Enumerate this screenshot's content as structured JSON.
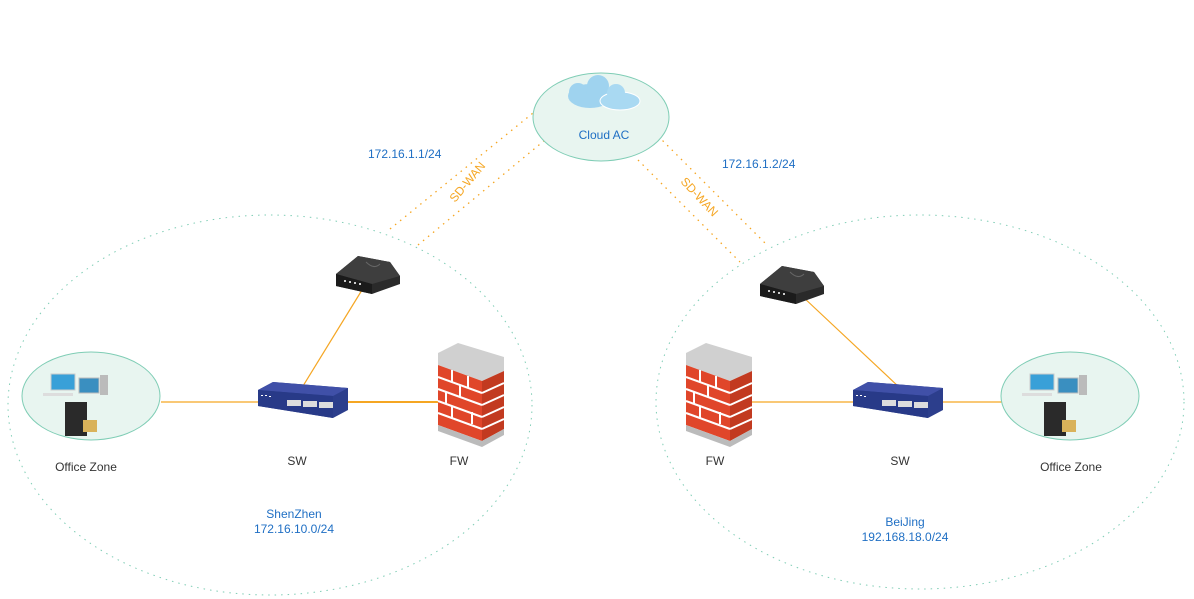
{
  "cloud": {
    "label": "Cloud AC",
    "icon": "cloud-icon"
  },
  "links": {
    "left_ip": "172.16.1.1/24",
    "right_ip": "172.16.1.2/24",
    "left_wan": "SD-WAN",
    "right_wan": "SD-WAN"
  },
  "sites": [
    {
      "name": "ShenZhen",
      "subnet": "172.16.10.0/24",
      "office": "Office Zone",
      "switch": "SW",
      "firewall": "FW"
    },
    {
      "name": "BeiJing",
      "subnet": "192.168.18.0/24",
      "office": "Office Zone",
      "switch": "SW",
      "firewall": "FW"
    }
  ],
  "colors": {
    "link": "#f5a623",
    "zone_border": "#7fcdb5",
    "zone_fill": "#e8f5f0",
    "label_blue": "#1f6fc4"
  }
}
